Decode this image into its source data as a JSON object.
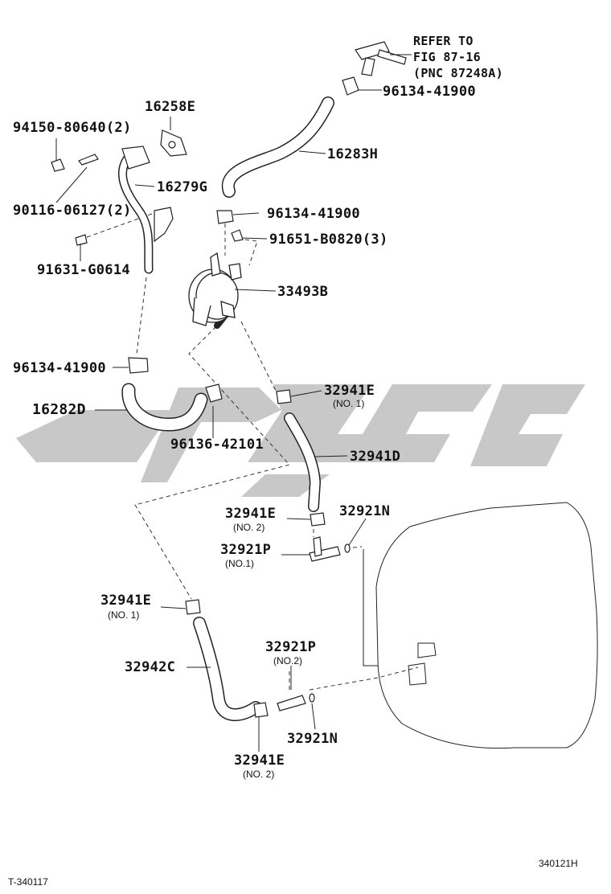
{
  "refer_note": {
    "line1": "REFER TO",
    "line2": "FIG 87-16",
    "line3": "(PNC 87248A)"
  },
  "watermark_text": "CYCE",
  "labels": [
    {
      "id": "96134-41900-a",
      "text": "96134-41900"
    },
    {
      "id": "16258E",
      "text": "16258E"
    },
    {
      "id": "94150-80640",
      "text": "94150-80640(2)"
    },
    {
      "id": "16283H",
      "text": "16283H"
    },
    {
      "id": "16279G",
      "text": "16279G"
    },
    {
      "id": "90116-06127",
      "text": "90116-06127(2)"
    },
    {
      "id": "96134-41900-b",
      "text": "96134-41900"
    },
    {
      "id": "91651-B0820",
      "text": "91651-B0820(3)"
    },
    {
      "id": "91631-G0614",
      "text": "91631-G0614"
    },
    {
      "id": "33493B",
      "text": "33493B"
    },
    {
      "id": "96134-41900-c",
      "text": "96134-41900"
    },
    {
      "id": "32941E-a",
      "text": "32941E"
    },
    {
      "id": "16282D",
      "text": "16282D"
    },
    {
      "id": "96136-42101",
      "text": "96136-42101"
    },
    {
      "id": "32941D",
      "text": "32941D"
    },
    {
      "id": "32941E-b",
      "text": "32941E"
    },
    {
      "id": "32921N-a",
      "text": "32921N"
    },
    {
      "id": "32921P-a",
      "text": "32921P"
    },
    {
      "id": "32941E-c",
      "text": "32941E"
    },
    {
      "id": "32921P-b",
      "text": "32921P"
    },
    {
      "id": "32942C",
      "text": "32942C"
    },
    {
      "id": "32921N-b",
      "text": "32921N"
    },
    {
      "id": "32941E-d",
      "text": "32941E"
    }
  ],
  "sublabels": {
    "32941E-a": "(NO. 1)",
    "32941E-b": "(NO. 2)",
    "32921P-a": "(NO.1)",
    "32941E-c": "(NO. 1)",
    "32921P-b": "(NO.2)",
    "32941E-d": "(NO. 2)"
  },
  "footer": {
    "left_code": "T-340117",
    "right_code": "340121H"
  }
}
